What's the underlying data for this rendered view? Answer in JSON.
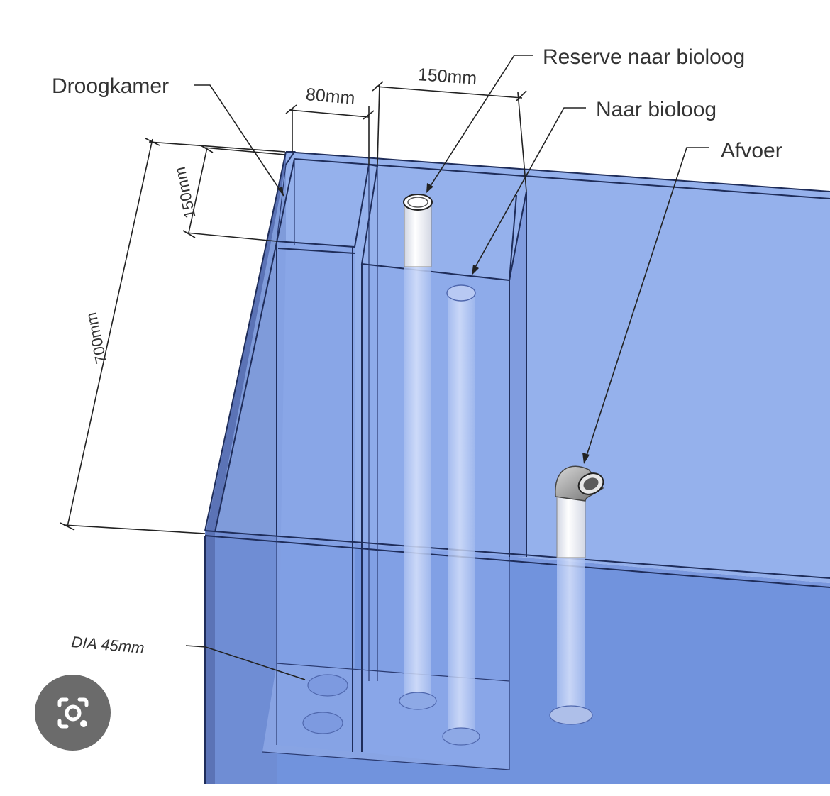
{
  "labels": {
    "droogkamer": "Droogkamer",
    "reserve": "Reserve naar bioloog",
    "naar": "Naar bioloog",
    "afvoer": "Afvoer",
    "dia": "DIA 45mm"
  },
  "dimensions": {
    "width_80": "80mm",
    "width_150": "150mm",
    "height_150": "150mm",
    "height_700": "700mm"
  },
  "overlay": {
    "icon": "lens-camera-icon"
  },
  "colors": {
    "tank_back": "#93b0ec",
    "tank_front": "#7396e0",
    "tank_left": "#5b73b6",
    "water_floor": "#7a98de",
    "edge": "#1f2d5a",
    "pipe": "#f4f4f4",
    "elbow": "#9a9a9a",
    "lens_button": "#6b6b6b"
  }
}
